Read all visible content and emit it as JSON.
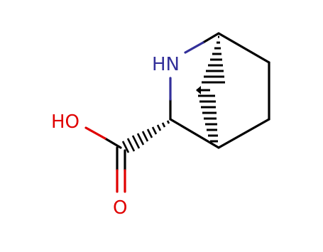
{
  "molecule": {
    "atom_labels": {
      "nh": "HN",
      "oh": "HO",
      "o": "O"
    },
    "colors": {
      "bond": "#000000",
      "nitrogen": "#33309a",
      "oxygen": "#e00000"
    }
  }
}
